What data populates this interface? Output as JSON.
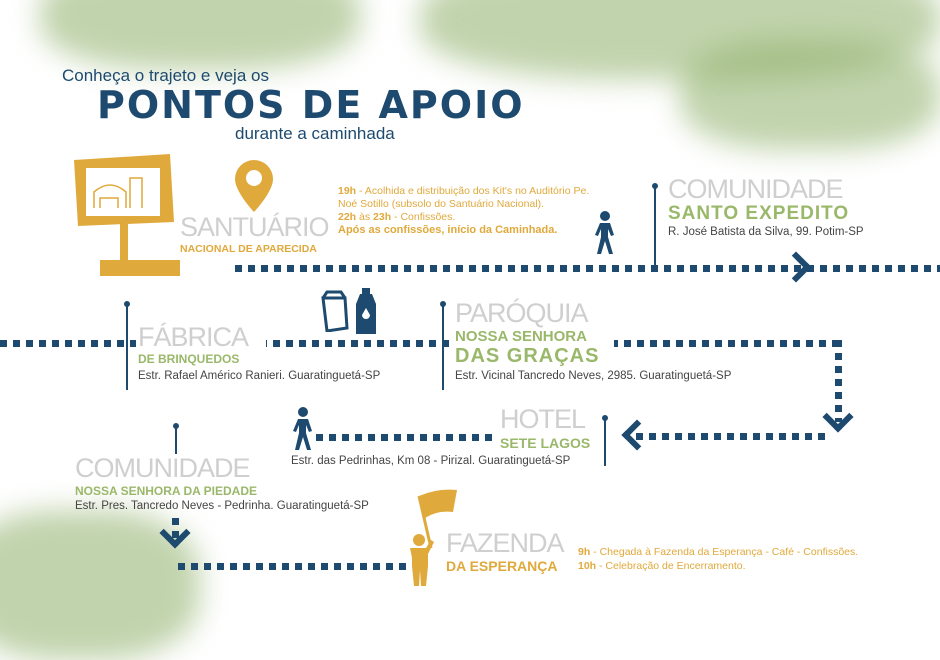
{
  "header": {
    "intro": "Conheça o trajeto e veja os",
    "title": "PONTOS DE APOIO",
    "subtitle": "durante a caminhada"
  },
  "stops": [
    {
      "title": "SANTUÁRIO",
      "subtitle": "NACIONAL DE APARECIDA",
      "schedule": [
        {
          "time": "19h",
          "text": " - Acolhida e distribuição dos Kit's no Auditório Pe. Noé Sotillo (subsolo do Santuário Nacional)."
        },
        {
          "time": "22h",
          "mid": " às ",
          "time2": "23h",
          "text": " - Confissões."
        }
      ],
      "note": "Após as confissões, início da Caminhada."
    },
    {
      "title": "COMUNIDADE",
      "subtitle": "SANTO EXPEDITO",
      "address": "R. José Batista da Silva, 99. Potim-SP"
    },
    {
      "title": "FÁBRICA",
      "subtitle": "DE BRINQUEDOS",
      "address": "Estr. Rafael Américo Ranieri. Guaratinguetá-SP"
    },
    {
      "title": "PARÓQUIA",
      "subtitle": "NOSSA SENHORA",
      "subtitle2": "DAS GRAÇAS",
      "address": "Estr. Vicinal Tancredo Neves, 2985. Guaratinguetá-SP"
    },
    {
      "title": "HOTEL",
      "subtitle": "SETE LAGOS",
      "address": "Estr. das Pedrinhas, Km 08 - Pirizal. Guaratinguetá-SP"
    },
    {
      "title": "COMUNIDADE",
      "subtitle": "NOSSA SENHORA DA PIEDADE",
      "address": "Estr. Pres. Tancredo Neves - Pedrinha. Guaratinguetá-SP"
    },
    {
      "title": "FAZENDA",
      "subtitle": "DA ESPERANÇA",
      "schedule": [
        {
          "time": "9h",
          "text": " - Chegada à Fazenda da Esperança - Café - Confissões."
        },
        {
          "time": "10h",
          "text": " - Celebração de Encerramento."
        }
      ]
    }
  ],
  "colors": {
    "navy": "#1d4a6e",
    "gold": "#e0a93c",
    "green": "#9ab86a"
  }
}
